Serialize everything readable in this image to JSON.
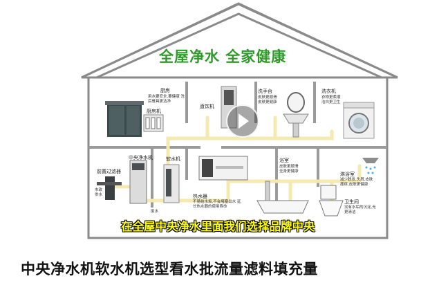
{
  "headline": "全屋净水 全家健康",
  "subtitle": "在全屋中央净水里面我们选择品牌中央",
  "caption": "中央净水机软水机选型看水批流量滤料填充量",
  "colors": {
    "headline": "#2f9a2a",
    "subtitle": "#ffff00",
    "pipe": "#f4eab0",
    "wall": "#8a8a8a"
  },
  "rooms": {
    "kitchen": {
      "title": "厨房",
      "desc": "用水要安全,要健康 洗后餐具更洁净"
    },
    "kitchen_unit": "厨房机",
    "direct_drinker": "直饮机",
    "washbasin": {
      "title": "洗手台",
      "desc": "皮肤更顺滑 皮肤更健康"
    },
    "washer": {
      "title": "洗衣机",
      "desc": "衣物更柔顺 洁白更卫生"
    },
    "central_purifier": "中央净水机",
    "prefilter": "前置过滤器",
    "municipal_water": "市政 供水",
    "softener": "软水机",
    "water_heater": {
      "title": "热水器",
      "desc": "不易结水垢,不会堵塞出水 延长热水器的使用寿命"
    },
    "bathroom": {
      "title": "浴室",
      "desc": "皮肤更顺滑 全身更健康"
    },
    "shower": {
      "title": "淋浴室",
      "desc": "减少脱发,头屑,皮肤 瘙痒,皮肤更健康"
    },
    "toilet": {
      "title": "卫生间",
      "desc": "没有水垢的沉淀,无 更清洁"
    },
    "faucet_label": "废水"
  },
  "icons": [
    "play-icon",
    "kitchen-cabinet-icon",
    "washing-machine-icon",
    "sink-icon",
    "bathtub-icon",
    "toilet-icon",
    "shower-icon",
    "water-heater-icon",
    "filter-tank-icon"
  ]
}
